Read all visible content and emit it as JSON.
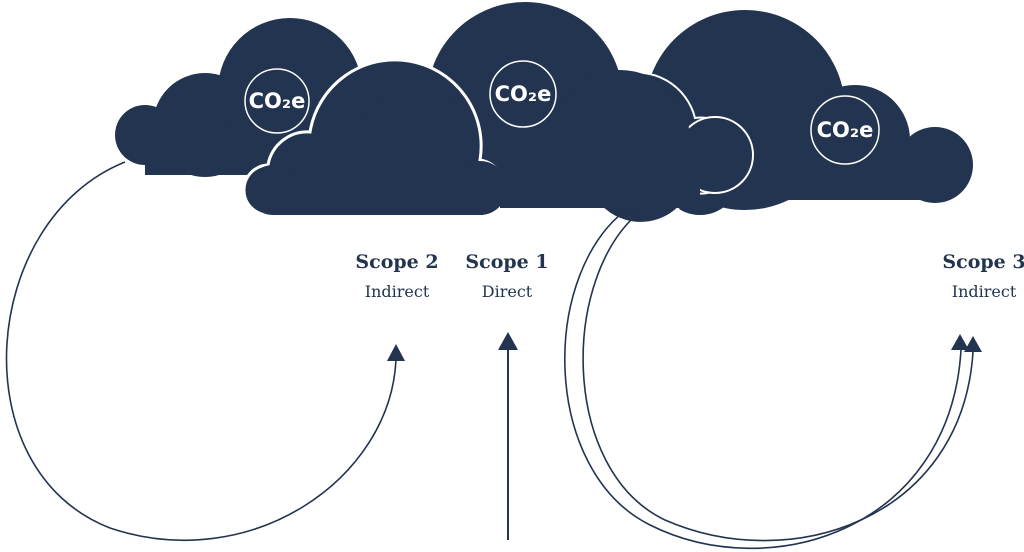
{
  "colors": {
    "cloud": "#22344f",
    "line": "#22344f",
    "background": "#ffffff"
  },
  "co2_badges": [
    "CO₂e",
    "CO₂e",
    "CO₂e"
  ],
  "scopes": [
    {
      "title": "Scope 2",
      "subtitle": "Indirect"
    },
    {
      "title": "Scope 1",
      "subtitle": "Direct"
    },
    {
      "title": "Scope 3",
      "subtitle": "Indirect"
    }
  ]
}
